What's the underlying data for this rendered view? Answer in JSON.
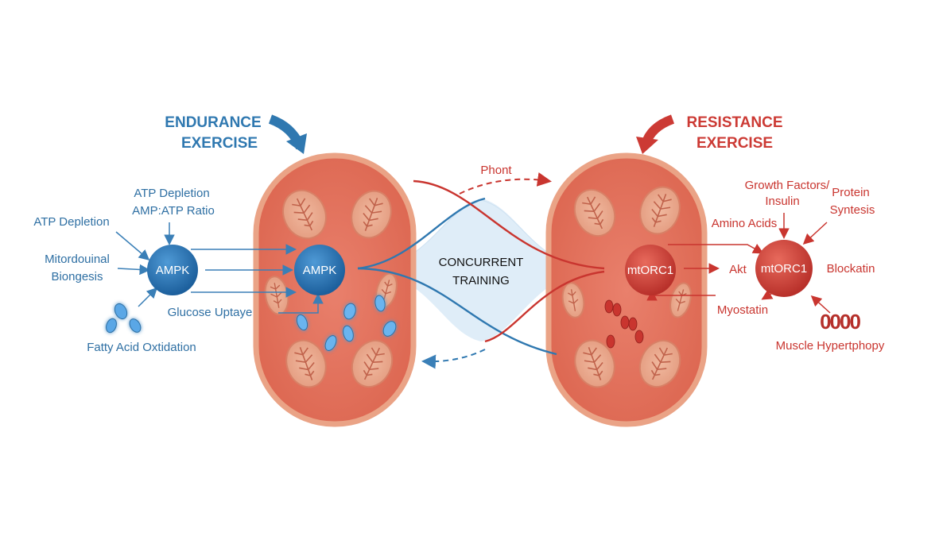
{
  "colors": {
    "endurance": "#2f78b0",
    "resistance": "#cc3a34",
    "cell_fill": "#e57a65",
    "cell_outline": "#e08d6c",
    "concurrent_fill": "#dcebf7"
  },
  "endurance": {
    "title_line1": "ENDURANCE",
    "title_line2": "EXERCISE",
    "labels": {
      "atp_depletion_top_line1": "ATP Depletion",
      "atp_depletion_top_line2": "AMP:ATP Ratio",
      "atp_depletion_left": "ATP Depletion",
      "mito_line1": "Mitordouinal",
      "mito_line2": "Biongesis",
      "glucose": "Glucose Uptaye",
      "fatty_acid": "Fatty Acid Oxtidation"
    },
    "node_outer": "AMPK",
    "node_inner": "AMPK"
  },
  "concurrent": {
    "line1": "CONCURRENT",
    "line2": "TRAINING",
    "top_arrow_label": "Phont"
  },
  "resistance": {
    "title_line1": "RESISTANCE",
    "title_line2": "EXERCISE",
    "labels": {
      "growth_line1": "Growth Factors/",
      "growth_line2": "Insulin",
      "protein_line1": "Protein",
      "protein_line2": "Syntesis",
      "amino": "Amino Acids",
      "akt": "Akt",
      "blockatin": "Blockatin",
      "myostatin": "Myostatin",
      "hypertrophy": "Muscle Hypertphopy",
      "chain": "0000"
    },
    "node_inner": "mtORC1",
    "node_outer": "mtORC1"
  }
}
